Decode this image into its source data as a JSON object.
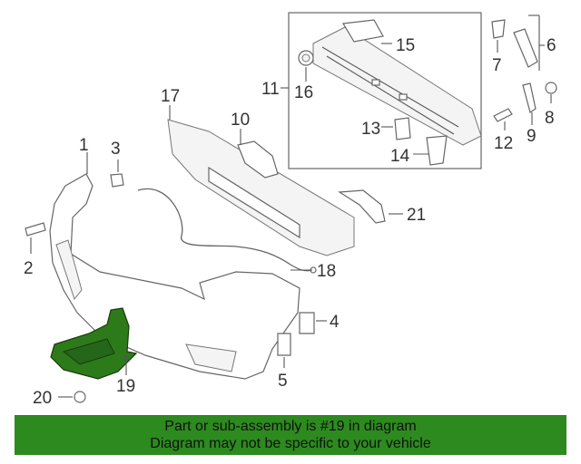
{
  "callouts": {
    "c1": "1",
    "c2": "2",
    "c3": "3",
    "c4": "4",
    "c5": "5",
    "c6": "6",
    "c7": "7",
    "c8": "8",
    "c9": "9",
    "c10": "10",
    "c11": "11",
    "c12": "12",
    "c13": "13",
    "c14": "14",
    "c15": "15",
    "c16": "16",
    "c17": "17",
    "c18": "18",
    "c19": "19",
    "c20": "20",
    "c21": "21"
  },
  "banner": {
    "line1": "Part or sub-assembly is #19 in diagram",
    "line2": "Diagram may not be specific to your vehicle"
  },
  "colors": {
    "highlight": "#2d7a1a",
    "banner_bg": "#2d8a1f"
  }
}
